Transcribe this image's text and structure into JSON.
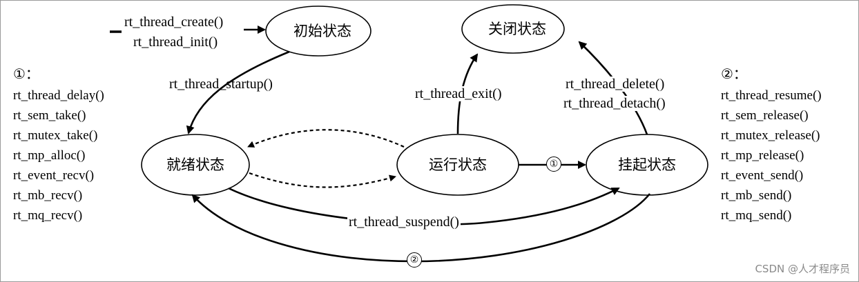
{
  "states": {
    "init": "初始状态",
    "closed": "关闭状态",
    "ready": "就绪状态",
    "running": "运行状态",
    "suspended": "挂起状态"
  },
  "transitions": {
    "create": "rt_thread_create()",
    "init": "rt_thread_init()",
    "startup": "rt_thread_startup()",
    "exit": "rt_thread_exit()",
    "delete": "rt_thread_delete()",
    "detach": "rt_thread_detach()",
    "suspend": "rt_thread_suspend()",
    "mark1": "①",
    "mark2": "②"
  },
  "list1": {
    "heading": "①：",
    "items": [
      "rt_thread_delay()",
      "rt_sem_take()",
      "rt_mutex_take()",
      "rt_mp_alloc()",
      "rt_event_recv()",
      "rt_mb_recv()",
      "rt_mq_recv()"
    ]
  },
  "list2": {
    "heading": "②：",
    "items": [
      "rt_thread_resume()",
      "rt_sem_release()",
      "rt_mutex_release()",
      "rt_mp_release()",
      "rt_event_send()",
      "rt_mb_send()",
      "rt_mq_send()"
    ]
  },
  "watermark": "CSDN @人才程序员",
  "colors": {
    "ink": "#000000",
    "watermark": "#8a8a8a"
  }
}
